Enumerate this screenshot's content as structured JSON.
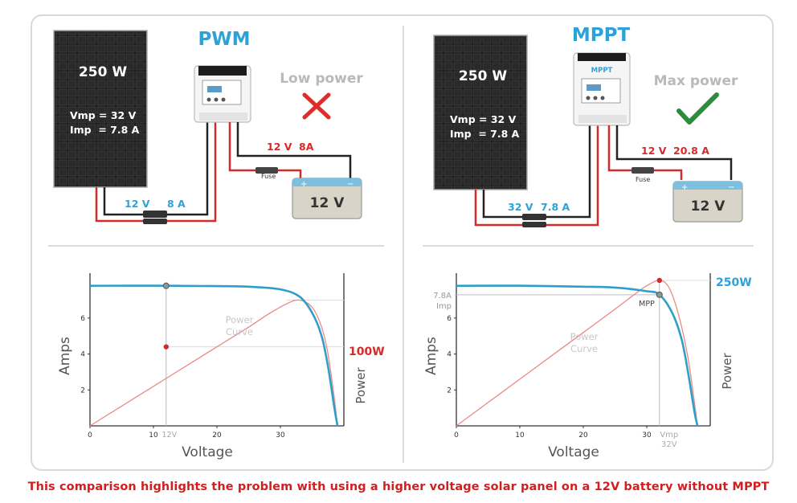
{
  "colors": {
    "heading": "#2ba3d8",
    "wire_red": "#d42a2a",
    "wire_black": "#222222",
    "label_blue": "#2ba3d8",
    "label_red": "#d42a2a",
    "bad": "#e02b2b",
    "good": "#2e8b3e",
    "iv_curve": "#2f9fc9",
    "power_curve": "#e88a8a",
    "caption": "#d41e1e"
  },
  "pwm": {
    "heading": "PWM",
    "panel": {
      "watt": "250 W",
      "vmp": "Vmp = 32 V",
      "imp": "Imp  = 7.8 A"
    },
    "status": "Low power",
    "status_icon": "cross-icon",
    "out_v": "12 V",
    "out_a": "8A",
    "fuse": "Fuse",
    "battery": "12 V",
    "in_v": "12 V",
    "in_a": "8 A"
  },
  "mppt": {
    "heading": "MPPT",
    "controller_label": "MPPT",
    "panel": {
      "watt": "250 W",
      "vmp": "Vmp = 32 V",
      "imp": "Imp  = 7.8 A"
    },
    "status": "Max power",
    "status_icon": "check-icon",
    "out_v": "12 V",
    "out_a": "20.8 A",
    "fuse": "Fuse",
    "battery": "12 V",
    "in_v": "32 V",
    "in_a": "7.8 A"
  },
  "chart_data": [
    {
      "type": "line",
      "title": "",
      "xlabel": "Voltage",
      "ylabel": "Amps",
      "y2label": "Power",
      "xlim": [
        0,
        40
      ],
      "ylim": [
        0,
        8.5
      ],
      "x_ticks": [
        0,
        10,
        20,
        30
      ],
      "y_ticks": [
        2,
        4,
        6
      ],
      "operating_voltage_label": "12V",
      "operating_voltage": 12,
      "power_label": "100W",
      "power_label_text": "Power\nCurve",
      "series": [
        {
          "x": [
            0,
            10,
            20,
            25,
            30,
            33,
            35,
            36.5,
            37.5,
            38.5,
            39
          ],
          "y": [
            7.8,
            7.8,
            7.78,
            7.75,
            7.6,
            7.2,
            6.3,
            5.0,
            3.3,
            1.0,
            0
          ]
        },
        {
          "x": [
            0,
            5,
            10,
            15,
            20,
            25,
            28,
            31,
            33,
            35,
            36.5,
            37.5,
            38.5,
            39
          ],
          "y": [
            0,
            1.1,
            2.2,
            3.3,
            4.4,
            5.5,
            6.2,
            6.8,
            7.0,
            6.6,
            5.5,
            4.0,
            1.5,
            0
          ]
        }
      ],
      "markers": [
        {
          "x": 12,
          "y": 7.8,
          "kind": "gray"
        },
        {
          "x": 12,
          "y": 4.4,
          "kind": "red"
        }
      ]
    },
    {
      "type": "line",
      "title": "",
      "xlabel": "Voltage",
      "ylabel": "Amps",
      "y2label": "Power",
      "xlim": [
        0,
        40
      ],
      "ylim": [
        0,
        8.5
      ],
      "x_ticks": [
        0,
        10,
        20,
        30
      ],
      "y_ticks": [
        2,
        4,
        6
      ],
      "imp_label_1": "7.8A",
      "imp_label_2": "Imp",
      "vmp_label_1": "Vmp",
      "vmp_label_2": "32V",
      "mpp_label": "MPP",
      "power_label": "250W",
      "power_label_text": "Power\nCurve",
      "series": [
        {
          "x": [
            0,
            10,
            20,
            25,
            30,
            32,
            34,
            35.5,
            36.5,
            37.5,
            38
          ],
          "y": [
            7.8,
            7.8,
            7.75,
            7.7,
            7.5,
            7.3,
            6.3,
            4.8,
            3.0,
            0.8,
            0
          ]
        },
        {
          "x": [
            0,
            5,
            10,
            15,
            20,
            25,
            28,
            30,
            32,
            33.5,
            35,
            36.5,
            37.5,
            38
          ],
          "y": [
            0,
            1.3,
            2.6,
            3.9,
            5.2,
            6.5,
            7.3,
            7.8,
            8.1,
            7.7,
            6.2,
            3.8,
            1.3,
            0
          ]
        }
      ],
      "markers": [
        {
          "x": 32,
          "y": 7.3,
          "kind": "gray"
        },
        {
          "x": 32,
          "y": 8.1,
          "kind": "red"
        }
      ]
    }
  ],
  "caption": "This comparison highlights the problem with using a higher voltage solar panel on a 12V battery without MPPT"
}
